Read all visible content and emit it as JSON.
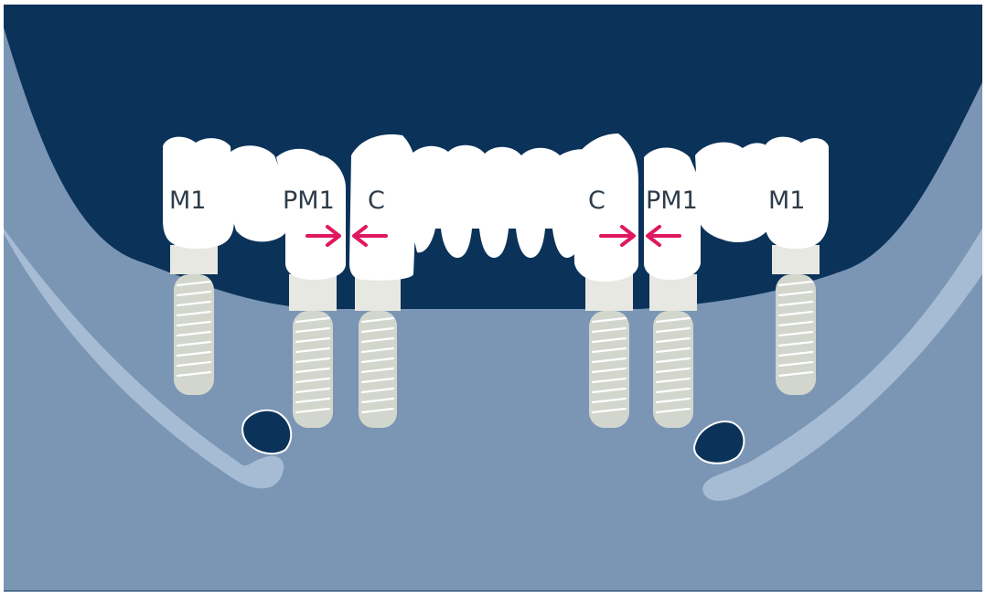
{
  "colors": {
    "background": "#0b3259",
    "bone": "#7b96b5",
    "bone_band": "#a6bcd4",
    "tooth": "#ffffff",
    "implant": "#d2d6cd",
    "thread": "#ffffff",
    "arrow": "#e0185f",
    "label_text": "#2d3c4a"
  },
  "labels": {
    "left_m1": "M1",
    "left_pm1": "PM1",
    "left_c": "C",
    "right_c": "C",
    "right_pm1": "PM1",
    "right_m1": "M1"
  },
  "icons": {
    "arrow_right": "arrow-right-icon",
    "arrow_left": "arrow-left-icon",
    "implant": "dental-implant-icon",
    "foramen": "mental-foramen-icon"
  }
}
